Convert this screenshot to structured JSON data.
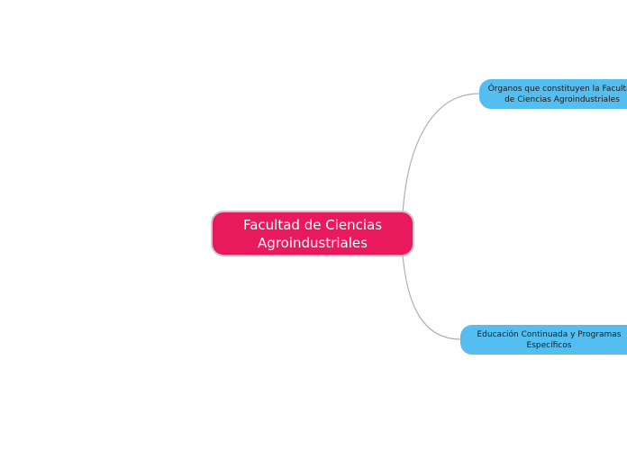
{
  "central_topic": {
    "line1": "Facultad de Ciencias",
    "line2": "Agroindustriales"
  },
  "subtopics": [
    {
      "line1": "Órganos que constituyen la Facultad",
      "line2": "de Ciencias Agroindustriales"
    },
    {
      "line1": "Educación Continuada y Programas",
      "line2": "Específicos"
    }
  ],
  "colors": {
    "central_fill": "#e8195c",
    "subtopic_fill": "#55bef0",
    "connector": "#b0b0b0"
  }
}
